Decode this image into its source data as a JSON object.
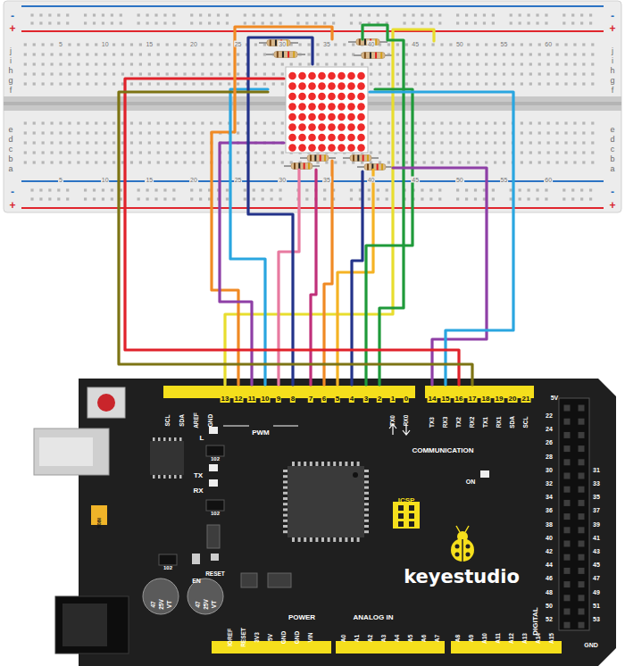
{
  "diagram": {
    "labels": [
      "j",
      "i",
      "h",
      "g",
      "f",
      "j",
      "i",
      "h",
      "g",
      "f",
      "e",
      "d",
      "c",
      "b",
      "a",
      "e",
      "d",
      "c",
      "b",
      "a",
      "5",
      "10",
      "15",
      "20",
      "25",
      "30",
      "35",
      "40",
      "45",
      "50",
      "55",
      "60",
      "5",
      "10",
      "15",
      "20",
      "25",
      "30",
      "35",
      "40",
      "45",
      "50",
      "55",
      "60",
      "-",
      "+",
      "-",
      "+",
      "-",
      "+",
      "-",
      "+",
      "SCL",
      "SDA",
      "AREF",
      "GND",
      "13",
      "12",
      "11",
      "10",
      "9",
      "8",
      "7",
      "6",
      "5",
      "4",
      "3",
      "2",
      "1",
      "0",
      "14",
      "15",
      "16",
      "17",
      "18",
      "19",
      "20",
      "21",
      "TX0",
      "RX0",
      "TX3",
      "RX3",
      "TX2",
      "RX2",
      "TX1",
      "RX1",
      "SDA",
      "SCL",
      "PWM",
      "COMMUNICATION",
      "L",
      "TX",
      "RX",
      "ON",
      "ICSP",
      "keyestudio",
      "EN",
      "RESET",
      "POWER",
      "ANALOG IN",
      "DIGITAL",
      "IOREF",
      "RESET",
      "3V3",
      "5V",
      "GND",
      "GND",
      "VIN",
      "A0",
      "A1",
      "A2",
      "A3",
      "A4",
      "A5",
      "A6",
      "A7",
      "A8",
      "A9",
      "A10",
      "A11",
      "A12",
      "A13",
      "A14",
      "A15",
      "5V",
      "GND",
      "22",
      "24",
      "26",
      "28",
      "30",
      "32",
      "34",
      "36",
      "38",
      "40",
      "42",
      "44",
      "46",
      "48",
      "50",
      "52",
      "31",
      "33",
      "35",
      "37",
      "39",
      "41",
      "43",
      "45",
      "47",
      "49",
      "51",
      "53",
      "47",
      "25V",
      "VT",
      "47",
      "25V",
      "VT",
      "508I",
      "102",
      "102",
      "102"
    ]
  }
}
